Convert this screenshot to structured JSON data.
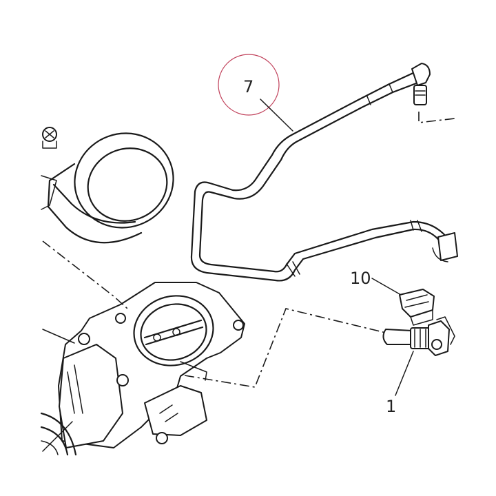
{
  "callouts": {
    "hose": "7",
    "clip": "10",
    "sensor": "1"
  },
  "colors": {
    "line": "#1a1a1a",
    "highlight_circle": "#c0405a",
    "background": "#ffffff"
  }
}
